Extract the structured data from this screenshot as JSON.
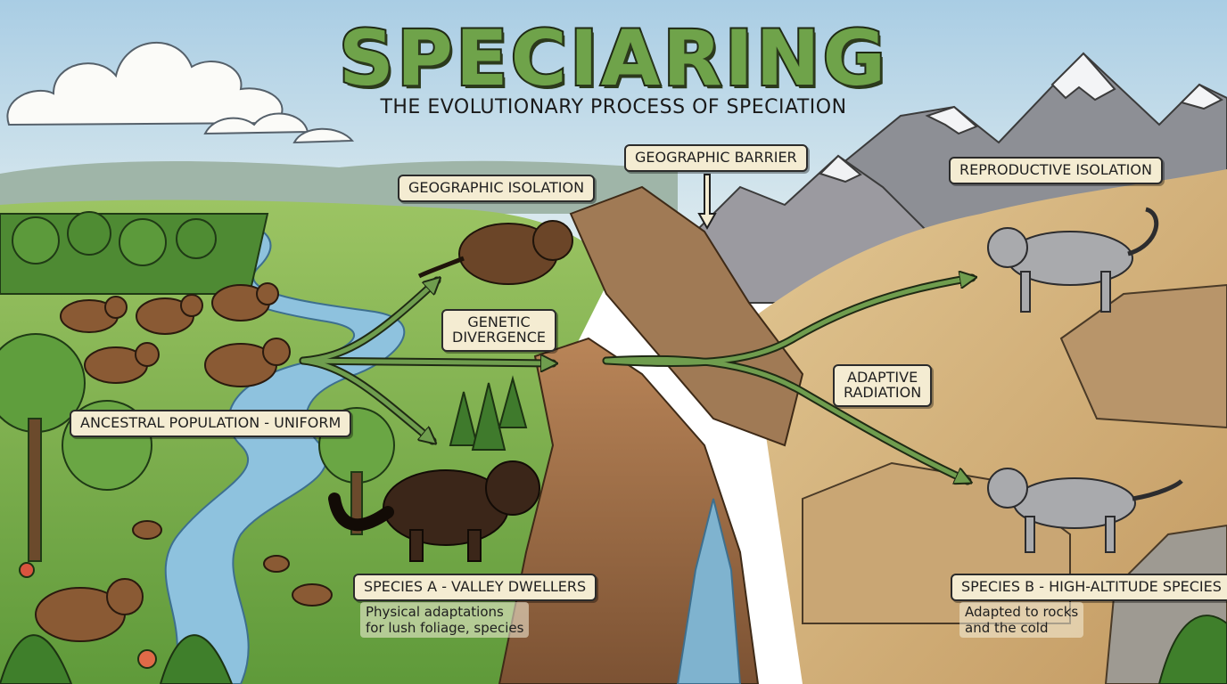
{
  "title": "SPECIARING",
  "subtitle": "THE EVOLUTIONARY PROCESS OF SPECIATION",
  "labels": {
    "ancestral": "ANCESTRAL POPULATION - UNIFORM",
    "geographic_isolation": "GEOGRAPHIC ISOLATION",
    "geographic_barrier": "GEOGRAPHIC BARRIER",
    "genetic_divergence_1": "GENETIC",
    "genetic_divergence_2": "DIVERGENCE",
    "reproductive_isolation": "REPRODUCTIVE ISOLATION",
    "adaptive_radiation_1": "ADAPTIVE",
    "adaptive_radiation_2": "RADIATION",
    "species_a": "SPECIES A - VALLEY DWELLERS",
    "species_b": "SPECIES B - HIGH-ALTITUDE SPECIES"
  },
  "notes": {
    "species_a_1": "Physical adaptations",
    "species_a_2": "for lush foliage, species",
    "species_b_1": "Adapted to rocks",
    "species_b_2": "and the cold"
  },
  "colors": {
    "title_green": "#6fa34a",
    "arrow_green": "#6f9d4e",
    "label_bg": "#f4ecd2",
    "sky": "#bcd9ea",
    "valley_green": "#86b451",
    "canyon_brown": "#a9744a",
    "rock_tan": "#d8b882"
  },
  "icons": [
    "rodent-ancestor-icon",
    "valley-species-icon",
    "high-altitude-species-icon"
  ]
}
